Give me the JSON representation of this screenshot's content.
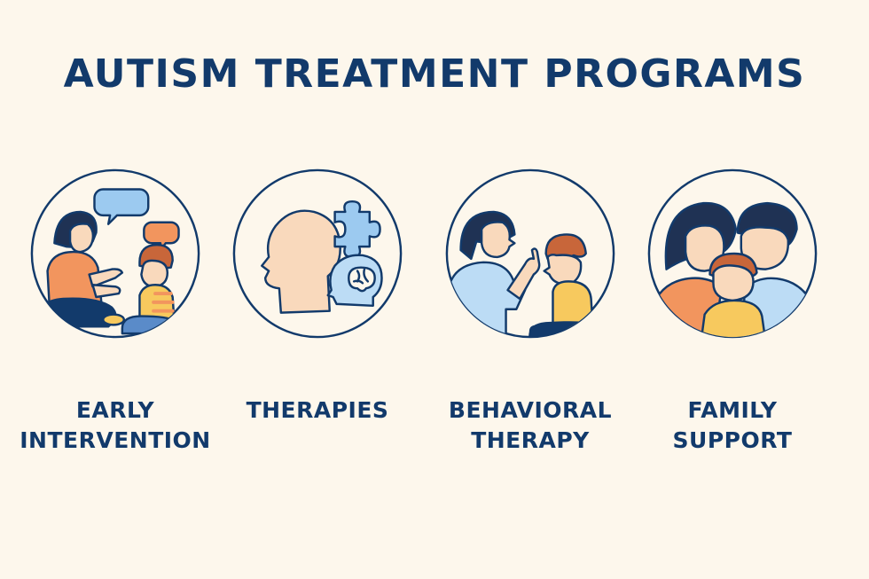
{
  "title": "AUTISM TREATMENT PROGRAMS",
  "colors": {
    "background": "#fdf7ec",
    "navy": "#123a6b",
    "orange": "#f2955e",
    "blue": "#9ccaf0",
    "light_blue": "#bcdcf5",
    "skin": "#f9d9bc",
    "yellow": "#f7c95e",
    "hair": "#1f3254",
    "child_hair": "#c8663a"
  },
  "programs": [
    {
      "id": "early-intervention",
      "label_lines": [
        "EARLY",
        "INTERVENTION"
      ],
      "icon": "parent-child-talking-icon"
    },
    {
      "id": "therapies",
      "label_lines": [
        "THERAPIES"
      ],
      "icon": "head-puzzle-brain-icon"
    },
    {
      "id": "behavioral-therapy",
      "label_lines": [
        "BEHAVIORAL",
        "THERAPY"
      ],
      "icon": "therapist-child-icon"
    },
    {
      "id": "family-support",
      "label_lines": [
        "FAMILY",
        "SUPPORT"
      ],
      "icon": "family-icon"
    }
  ]
}
